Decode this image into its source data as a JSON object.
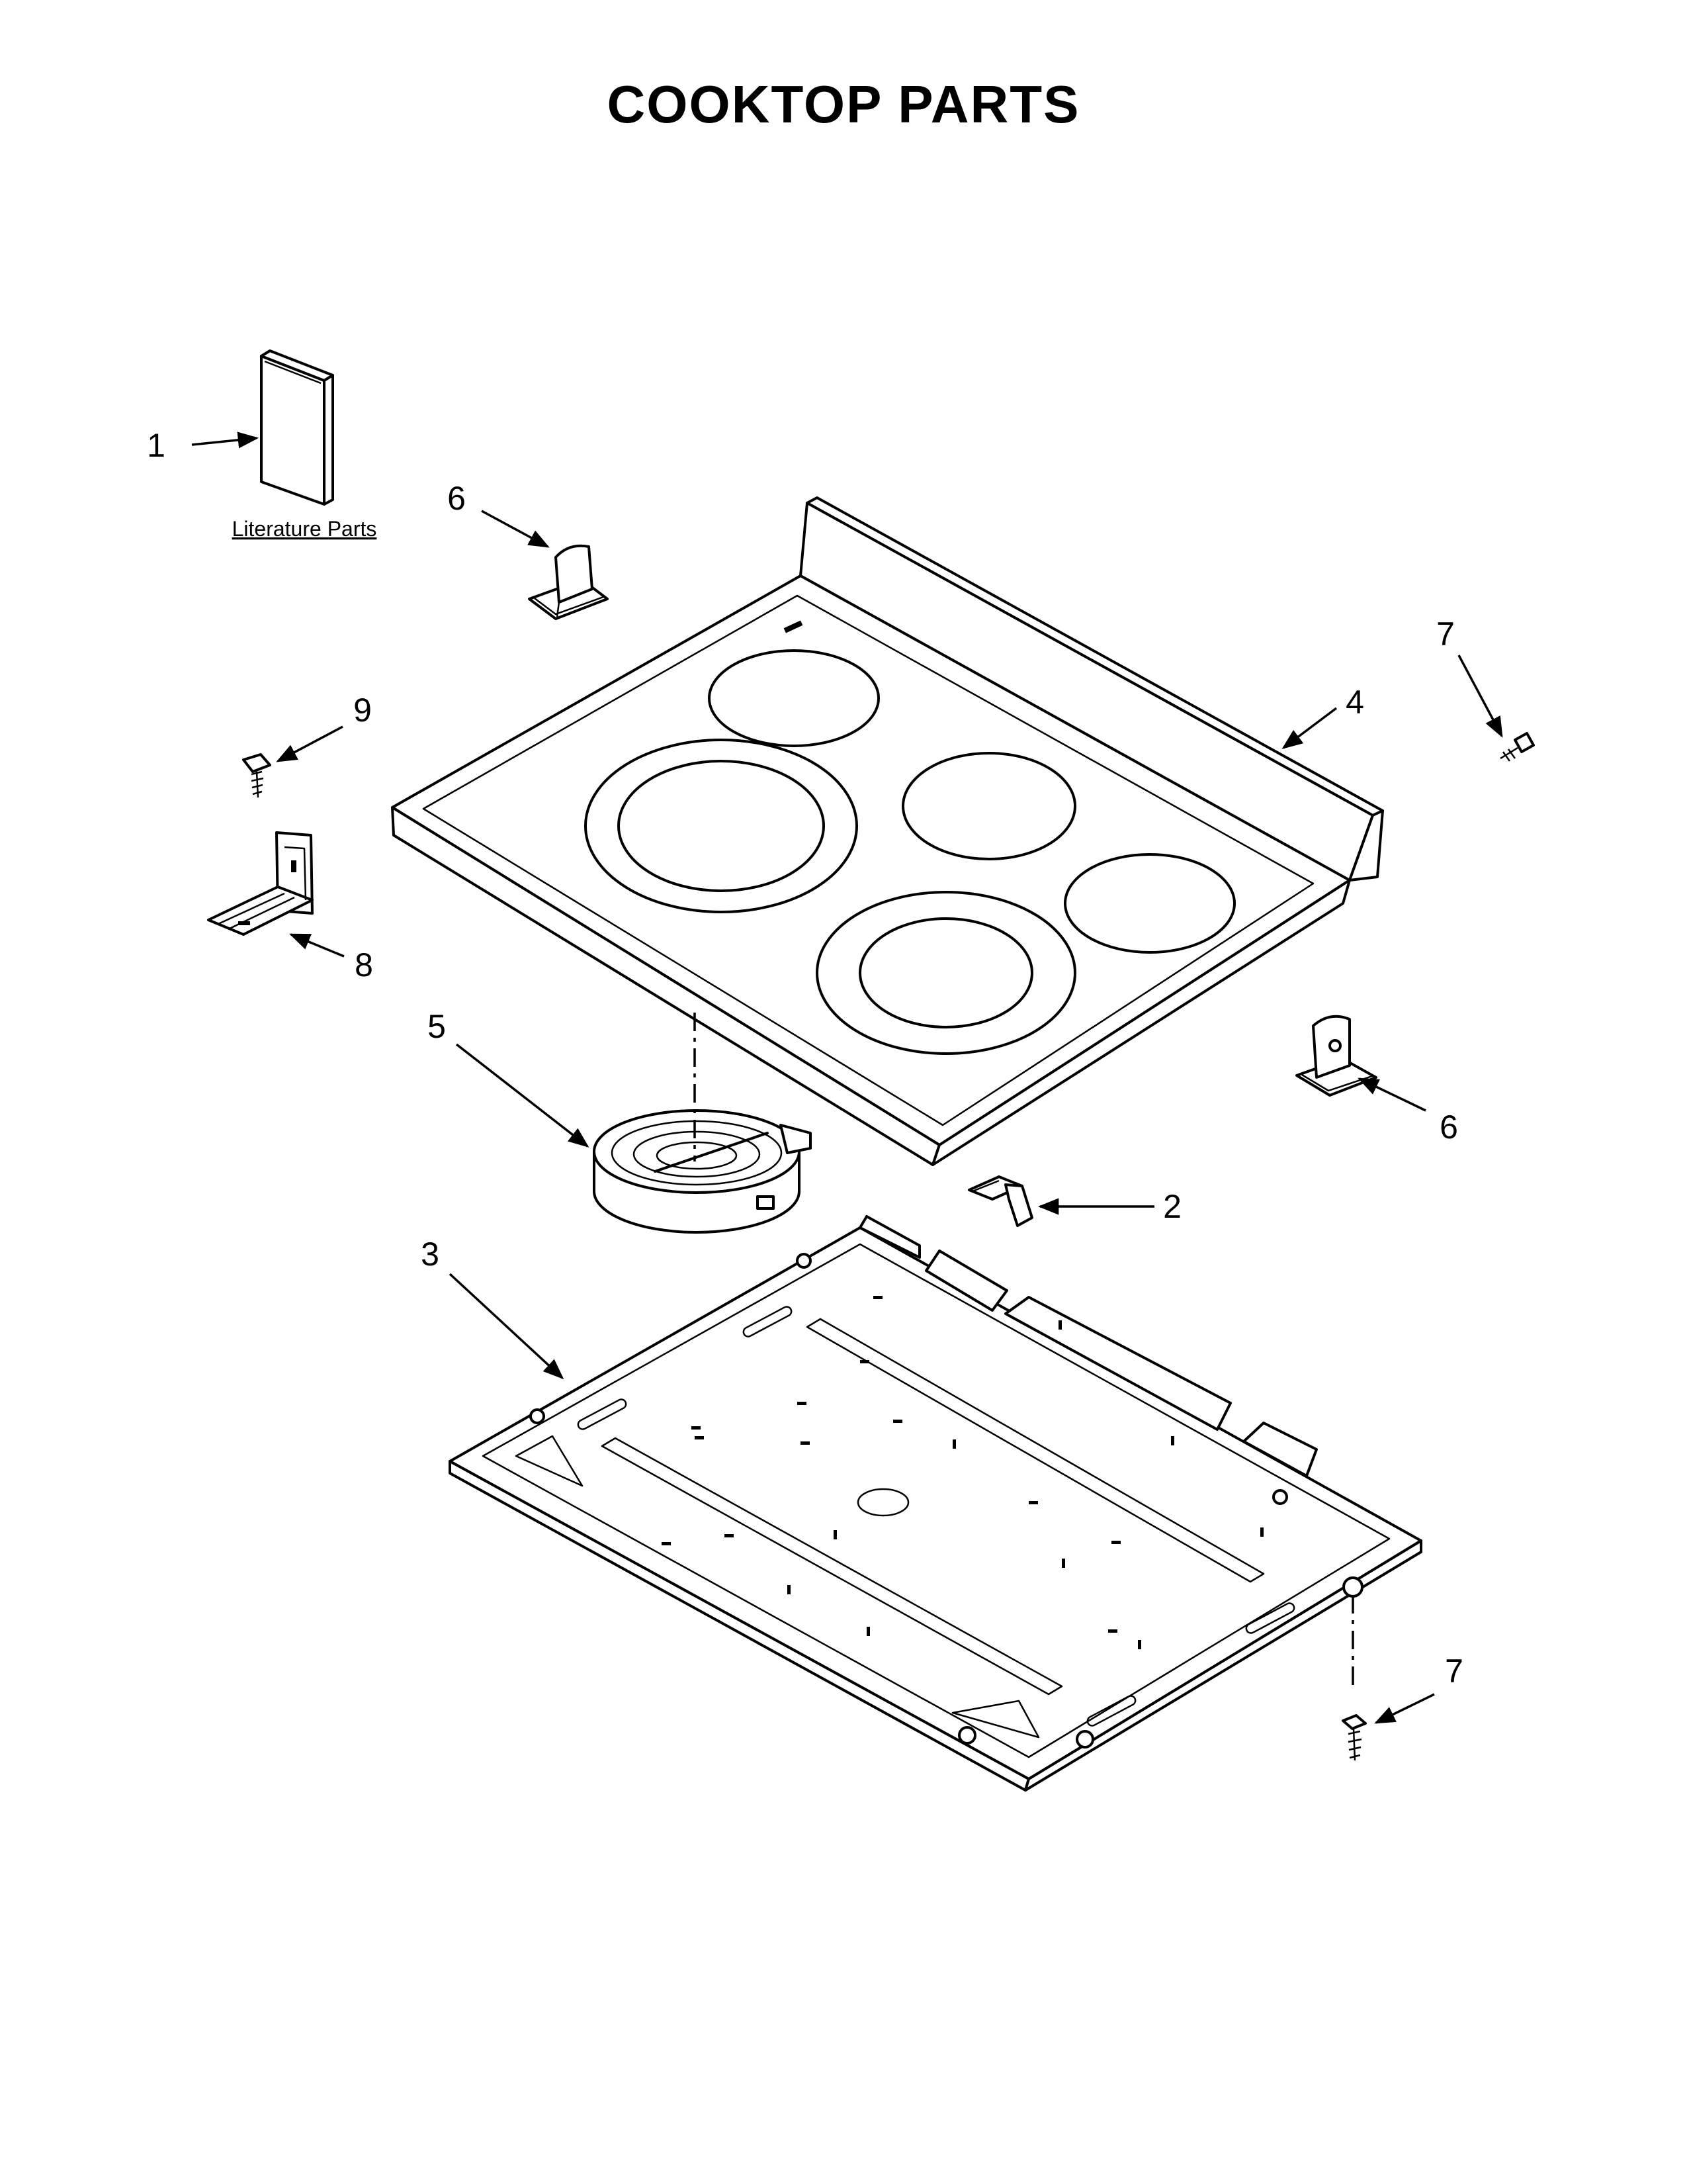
{
  "title": "COOKTOP PARTS",
  "literature_label": "Literature Parts",
  "callouts": {
    "c1": "1",
    "c2": "2",
    "c3": "3",
    "c4": "4",
    "c5": "5",
    "c6a": "6",
    "c6b": "6",
    "c7a": "7",
    "c7b": "7",
    "c8": "8",
    "c9": "9"
  },
  "parts": [
    {
      "number": "1",
      "icon": "literature-booklet-icon"
    },
    {
      "number": "2",
      "icon": "clip-icon"
    },
    {
      "number": "3",
      "icon": "cooktop-support-pan-icon"
    },
    {
      "number": "4",
      "icon": "glass-cooktop-icon"
    },
    {
      "number": "5",
      "icon": "radiant-surface-element-icon"
    },
    {
      "number": "6",
      "icon": "bracket-icon"
    },
    {
      "number": "7",
      "icon": "screw-icon"
    },
    {
      "number": "8",
      "icon": "mounting-bracket-icon"
    },
    {
      "number": "9",
      "icon": "screw-icon"
    }
  ]
}
